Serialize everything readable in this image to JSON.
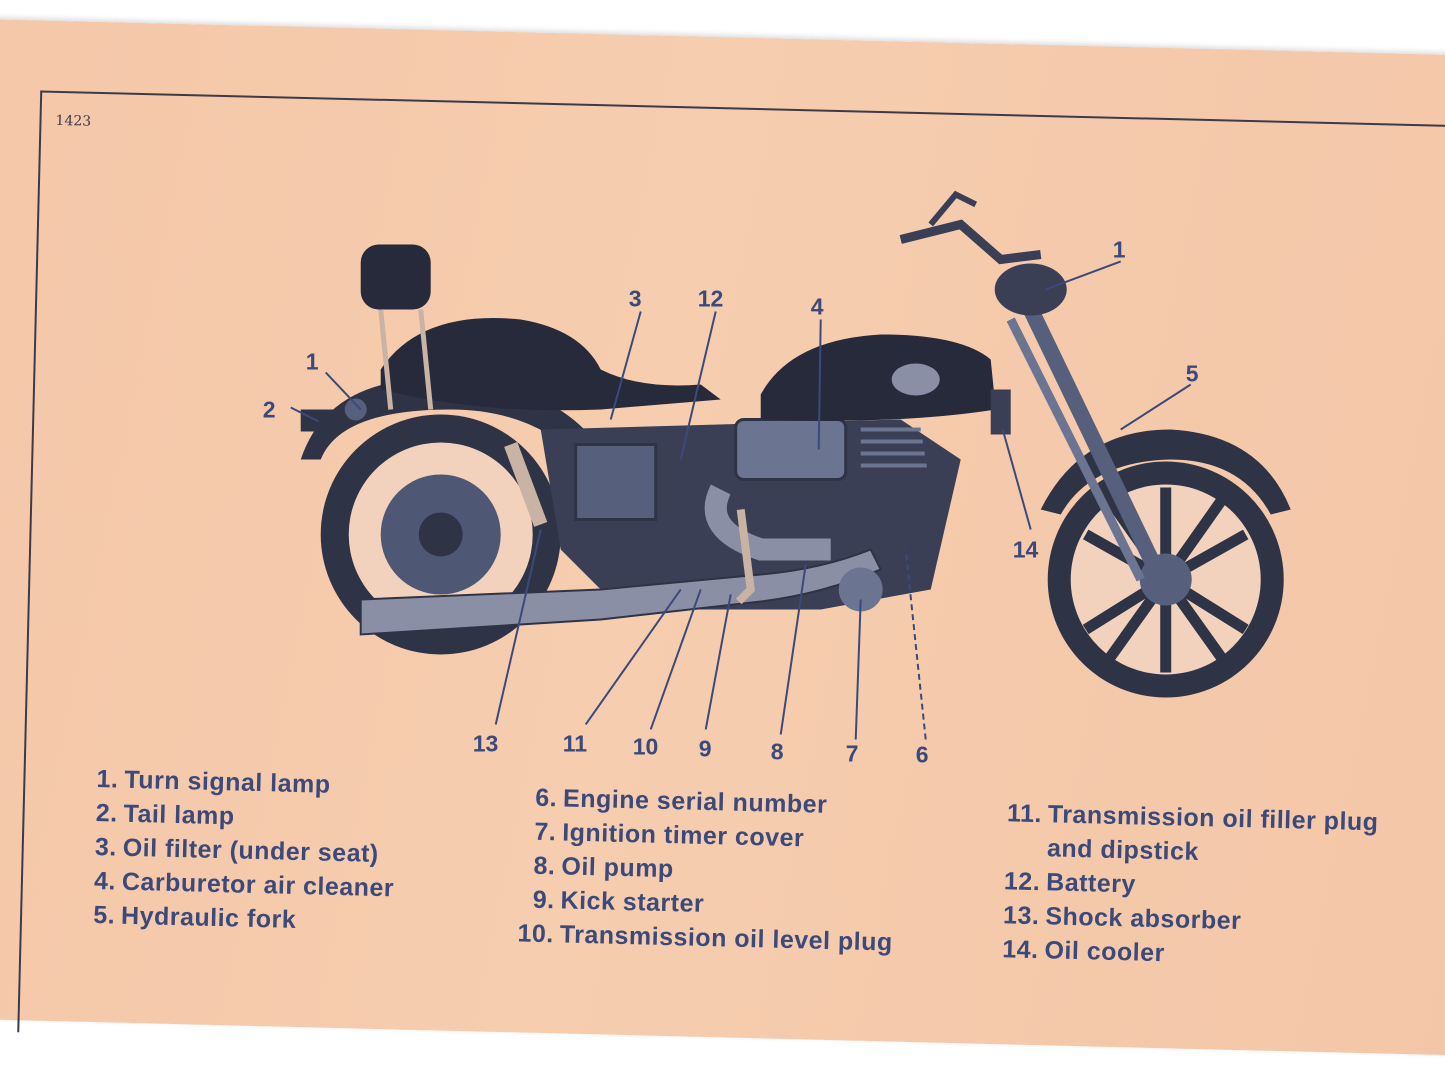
{
  "figure_code": "1423",
  "callouts": [
    {
      "id": "c1-rear",
      "label": "1"
    },
    {
      "id": "c2",
      "label": "2"
    },
    {
      "id": "c3",
      "label": "3"
    },
    {
      "id": "c12",
      "label": "12"
    },
    {
      "id": "c4",
      "label": "4"
    },
    {
      "id": "c1-front",
      "label": "1"
    },
    {
      "id": "c5",
      "label": "5"
    },
    {
      "id": "c14",
      "label": "14"
    },
    {
      "id": "c13",
      "label": "13"
    },
    {
      "id": "c11",
      "label": "11"
    },
    {
      "id": "c10",
      "label": "10"
    },
    {
      "id": "c9",
      "label": "9"
    },
    {
      "id": "c8",
      "label": "8"
    },
    {
      "id": "c7",
      "label": "7"
    },
    {
      "id": "c6",
      "label": "6"
    }
  ],
  "legend": {
    "column1": [
      {
        "num": "1.",
        "text": "Turn signal lamp"
      },
      {
        "num": "2.",
        "text": "Tail lamp"
      },
      {
        "num": "3.",
        "text": "Oil filter (under seat)"
      },
      {
        "num": "4.",
        "text": "Carburetor air cleaner"
      },
      {
        "num": "5.",
        "text": "Hydraulic fork"
      }
    ],
    "column2": [
      {
        "num": "6.",
        "text": "Engine serial number"
      },
      {
        "num": "7.",
        "text": "Ignition timer cover"
      },
      {
        "num": "8.",
        "text": "Oil pump"
      },
      {
        "num": "9.",
        "text": "Kick starter"
      },
      {
        "num": "10.",
        "text": "Transmission oil level plug"
      }
    ],
    "column3": [
      {
        "num": "11.",
        "text": "Transmission oil filler plug"
      },
      {
        "num": "",
        "text": "and dipstick"
      },
      {
        "num": "12.",
        "text": "Battery"
      },
      {
        "num": "13.",
        "text": "Shock absorber"
      },
      {
        "num": "14.",
        "text": "Oil cooler"
      }
    ]
  },
  "colors": {
    "paper": "#f5caab",
    "ink": "#3b4a7a",
    "photo_dark": "#2f3346",
    "photo_mid": "#56607c"
  }
}
